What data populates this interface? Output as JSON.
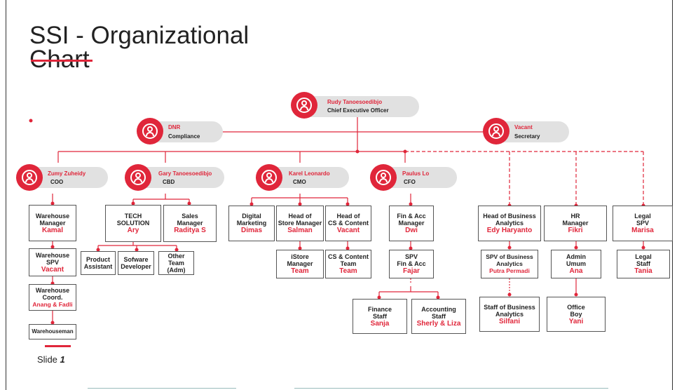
{
  "title": {
    "line1": "SSI - Organizational",
    "line2": "Chart"
  },
  "slide": {
    "label": "Slide",
    "number": "1"
  },
  "colors": {
    "accent": "#e0263a",
    "pill": "#e1e1e1",
    "border": "#555555"
  },
  "icons": {
    "avatar": "person-icon"
  },
  "executives": {
    "ceo": {
      "name": "Rudy Tanoesoedibjo",
      "role": "Chief Executive Officer"
    },
    "compliance": {
      "name": "DNR",
      "role": "Compliance"
    },
    "secretary": {
      "name": "Vacant",
      "role": "Secretary"
    },
    "coo": {
      "name": "Zumy Zuheidy",
      "role": "COO"
    },
    "cbd": {
      "name": "Gary Tanoesoedibjo",
      "role": "CBD"
    },
    "cmo": {
      "name": "Karel Leonardo",
      "role": "CMO"
    },
    "cfo": {
      "name": "Paulus Lo",
      "role": "CFO"
    }
  },
  "boxes": {
    "wh_manager": {
      "title": "Warehouse\nManager",
      "person": "Kamal"
    },
    "wh_spv": {
      "title": "Warehouse\nSPV",
      "person": "Vacant"
    },
    "wh_coord": {
      "title": "Warehouse\nCoord.",
      "person": "Anang & Fadli"
    },
    "warehouseman": {
      "title": "Warehouseman",
      "person": ""
    },
    "tech_solution": {
      "title": "TECH\nSOLUTION",
      "person": "Ary"
    },
    "sales_manager": {
      "title": "Sales\nManager",
      "person": "Raditya S"
    },
    "product_assistant": {
      "title": "Product\nAssistant",
      "person": ""
    },
    "software_dev": {
      "title": "Sofware\nDeveloper",
      "person": ""
    },
    "other_team": {
      "title": "Other\nTeam\n(Adm)",
      "person": ""
    },
    "digital_marketing": {
      "title": "Digital\nMarketing",
      "person": "Dimas"
    },
    "head_store": {
      "title": "Head of\nStore Manager",
      "person": "Salman"
    },
    "head_cs": {
      "title": "Head of\nCS & Content",
      "person": "Vacant"
    },
    "istore_manager": {
      "title": "iStore\nManager",
      "person": "Team"
    },
    "cs_team": {
      "title": "CS & Content\nTeam",
      "person": "Team"
    },
    "fin_manager": {
      "title": "Fin & Acc\nManager",
      "person": "Dwi"
    },
    "fin_spv": {
      "title": "SPV\nFin & Acc",
      "person": "Fajar"
    },
    "finance_staff": {
      "title": "Finance\nStaff",
      "person": "Sanja"
    },
    "accounting_staff": {
      "title": "Accounting\nStaff",
      "person": "Sherly & Liza"
    },
    "head_ba": {
      "title": "Head of Business\nAnalytics",
      "person": "Edy Haryanto"
    },
    "spv_ba": {
      "title": "SPV of Business\nAnalytics",
      "person": "Putra Permadi"
    },
    "staff_ba": {
      "title": "Staff of Business\nAnalytics",
      "person": "Silfani"
    },
    "hr_manager": {
      "title": "HR\nManager",
      "person": "Fikri"
    },
    "admin_umum": {
      "title": "Admin\nUmum",
      "person": "Ana"
    },
    "office_boy": {
      "title": "Office\nBoy",
      "person": "Yani"
    },
    "legal_spv": {
      "title": "Legal\nSPV",
      "person": "Marisa"
    },
    "legal_staff": {
      "title": "Legal\nStaff",
      "person": "Tania"
    }
  }
}
